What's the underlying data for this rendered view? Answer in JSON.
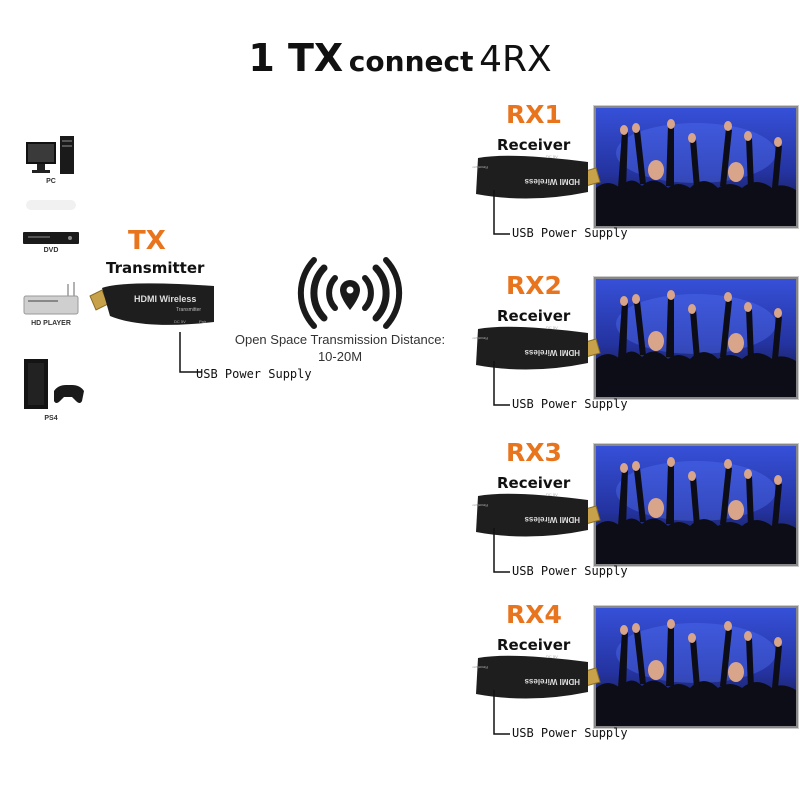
{
  "title": {
    "part1": "1 TX",
    "part2": "connect",
    "part3": "4RX"
  },
  "sources": [
    {
      "label": "PC",
      "icon": "pc-icon"
    },
    {
      "label": "DVD",
      "icon": "dvd-player-icon"
    },
    {
      "label": "HD PLAYER",
      "icon": "hd-player-icon"
    },
    {
      "label": "PS4",
      "icon": "ps4-console-icon"
    }
  ],
  "transmitter": {
    "code": "TX",
    "name": "Transmitter",
    "device_text": "HDMI Wireless",
    "device_subtext": "Transmitter",
    "port1": "DC 5V",
    "port2": "Pair",
    "power": "USB Power Supply"
  },
  "wireless": {
    "icon": "wireless-signal-icon",
    "distance_line1": "Open Space Transmission Distance:",
    "distance_line2": "10-20M"
  },
  "receivers": [
    {
      "code": "RX1",
      "name": "Receiver",
      "device_text": "HDMI Wireless",
      "device_subtext": "Receiver",
      "port": "DC 5V",
      "power": "USB Power Supply"
    },
    {
      "code": "RX2",
      "name": "Receiver",
      "device_text": "HDMI Wireless",
      "device_subtext": "Receiver",
      "port": "DC 5V",
      "power": "USB Power Supply"
    },
    {
      "code": "RX3",
      "name": "Receiver",
      "device_text": "HDMI Wireless",
      "device_subtext": "Receiver",
      "port": "DC 5V",
      "power": "USB Power Supply"
    },
    {
      "code": "RX4",
      "name": "Receiver",
      "device_text": "HDMI Wireless",
      "device_subtext": "Receiver",
      "port": "DC 5V",
      "power": "USB Power Supply"
    }
  ],
  "colors": {
    "accent": "#e8741e",
    "device": "#1e1e1e",
    "screen_blue": "#2a3db8"
  }
}
